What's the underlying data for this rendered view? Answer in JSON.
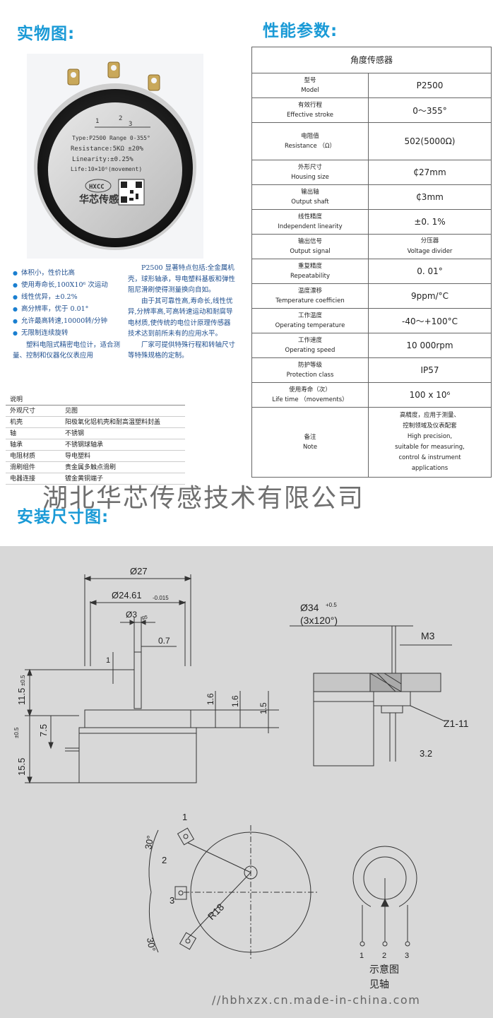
{
  "headings": {
    "photo": "实物图:",
    "params": "性能参数:",
    "install": "安装尺寸图:"
  },
  "photo_label": {
    "pins": [
      "1",
      "2",
      "3"
    ],
    "line1": "Type:P2500 Range 0-355°",
    "line2": "Resistance:5KΩ ±20%",
    "line3": "Linearity:±0.25%",
    "line4": "Life:10×10⁶(movement)",
    "brand_logo": "HXCC",
    "brand_text": "华芯传感"
  },
  "features": {
    "items": [
      "体积小，性价比高",
      "使用寿命长,100X10⁶ 次运动",
      "线性优异，±0.2%",
      "高分辨率，优于 0.01°",
      "允许最高转速,10000转/分钟",
      "无限制连续旋转"
    ],
    "summary": "塑料电阻式精密电位计，适合测量、控制和仪器化仪表应用"
  },
  "intro": {
    "p1": "P2500 显著特点包括:全金属机壳，球形轴承，导电塑料基板和弹性阻尼滑刷使得测量换向自如。",
    "p2": "由于其可靠性高,寿命长,线性优异,分辨率高,可高转速运动和耐腐导电材质,使传统的电位计原理传感器技术达到前所未有的应用水平。",
    "p3": "厂家可提供特殊行程和转轴尺寸等特殊规格的定制。"
  },
  "materials": {
    "header": "说明",
    "rows": [
      {
        "k": "外观尺寸",
        "v": "见图"
      },
      {
        "k": "机壳",
        "v": "阳极氧化铝机壳和耐高温塑料封盖"
      },
      {
        "k": "轴",
        "v": "不锈钢"
      },
      {
        "k": "轴承",
        "v": "不锈钢球轴承"
      },
      {
        "k": "电阻材质",
        "v": "导电塑料"
      },
      {
        "k": "滑刷组件",
        "v": "贵金属多触点滑刷"
      },
      {
        "k": "电器连接",
        "v": "镀金黄铜端子"
      }
    ]
  },
  "spec": {
    "title": "角度传感器",
    "rows": [
      {
        "cn": "型号",
        "en": "Model",
        "val": "P2500"
      },
      {
        "cn": "有效行程",
        "en": "Effective stroke",
        "val": "0～355°"
      },
      {
        "cn": "电阻值",
        "en": "Resistance （Ω）",
        "val": "502(5000Ω)"
      },
      {
        "cn": "外形尺寸",
        "en": "Housing size",
        "val": "₵27mm"
      },
      {
        "cn": "输出轴",
        "en": "Output shaft",
        "val": "₵3mm"
      },
      {
        "cn": "线性精度",
        "en": "Independent linearity",
        "val": "±0. 1%"
      },
      {
        "cn": "输出信号",
        "en": "Output signal",
        "val": "分压器",
        "val2": "Voltage divider"
      },
      {
        "cn": "重复精度",
        "en": "Repeatability",
        "val": "0. 01°"
      },
      {
        "cn": "温度漂移",
        "en": "Temperature coefficien",
        "val": "9ppm/°C"
      },
      {
        "cn": "工作温度",
        "en": "Operating temperature",
        "val": "-40～+100°C"
      },
      {
        "cn": "工作速度",
        "en": "Operating speed",
        "val": "10 000rpm"
      },
      {
        "cn": "防护等级",
        "en": "Protection class",
        "val": "IP57"
      },
      {
        "cn": "使用寿命（次）",
        "en": "Life time （movements）",
        "val": "100 x 10⁶"
      }
    ],
    "note": {
      "cn": "备注",
      "en": "Note",
      "lines": [
        "高精度，应用于测量、",
        "控制领域及仪表配套",
        "High precision,",
        "suitable for measuring,",
        "control & instrument",
        "applications"
      ]
    }
  },
  "watermark": "湖北华芯传感技术有限公司",
  "drawing": {
    "d27": "Ø27",
    "d2461": "Ø24.61",
    "d2461_tol": "-0.015",
    "d3": "Ø3",
    "d3_tol": "g5",
    "d07": "0.7",
    "d1": "1",
    "h115": "11.5",
    "h115_tol": "±0.5",
    "h75": "7.5",
    "h155": "15.5",
    "h155_tol": "±0.5",
    "d16a": "1.6",
    "d16b": "1.6",
    "d15": "1.5",
    "d34": "Ø34",
    "d34_tol": "+0.5",
    "d3x120": "(3x120°)",
    "m3": "M3",
    "z111": "Z1-11",
    "d32": "3.2",
    "a30a": "30°",
    "a30b": "30°",
    "r18": "R18",
    "pin1": "1",
    "pin2": "2",
    "pin3": "3",
    "schem_pins": [
      "1",
      "2",
      "3"
    ],
    "schem_cap1": "示意图",
    "schem_cap2": "见轴"
  },
  "site": "//hbhxzx.cn.made-in-china.com"
}
